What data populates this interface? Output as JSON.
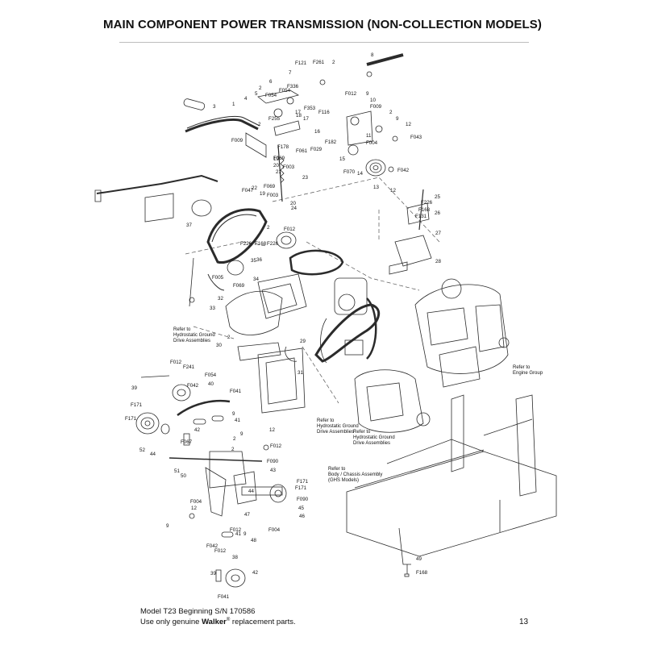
{
  "page": {
    "title": "MAIN COMPONENT POWER TRANSMISSION (NON-COLLECTION MODELS)",
    "footer": {
      "model_line": "Model T23 Beginning S/N 170586",
      "use_prefix": "Use only genuine ",
      "brand": "Walker",
      "registered": "®",
      "use_suffix": " replacement parts."
    },
    "page_number": "13"
  },
  "diagram": {
    "callouts": [
      {
        "id": "c1",
        "text": "Refer to\nHydrostatic Ground\nDrive Assemblies"
      },
      {
        "id": "c2",
        "text": "Refer to\nEngine Group"
      },
      {
        "id": "c3",
        "text": "Refer to\nHydrostatic Ground\nDrive Assemblies"
      },
      {
        "id": "c4",
        "text": "Refer to\nHydrostatic Ground\nDrive Assemblies"
      },
      {
        "id": "c5",
        "text": "Refer to\nBody / Chassis Assembly\n(GHS Models)"
      }
    ],
    "labels": [
      "F121",
      "F261",
      "2",
      "8",
      "7",
      "6",
      "F336",
      "2",
      "F054",
      "F054",
      "5",
      "4",
      "1",
      "3",
      "F353",
      "F116",
      "F012",
      "9",
      "10",
      "F009",
      "2",
      "9",
      "12",
      "18",
      "17",
      "17",
      "F255",
      "2",
      "16",
      "F182",
      "11",
      "F004",
      "F043",
      "F009",
      "F178",
      "F061",
      "F029",
      "15",
      "F070",
      "14",
      "F042",
      "13",
      "12",
      "19",
      "20",
      "F069",
      "F003",
      "21",
      "23",
      "F047",
      "22",
      "19",
      "F069",
      "F003",
      "20",
      "24",
      "25",
      "F226",
      "F168",
      "F131",
      "26",
      "27",
      "28",
      "37",
      "2",
      "F012",
      "F226",
      "F168",
      "F226",
      "35",
      "36",
      "F005",
      "F069",
      "34",
      "32",
      "33",
      "30",
      "2",
      "29",
      "31",
      "F012",
      "F241",
      "F054",
      "39",
      "F042",
      "40",
      "F041",
      "9",
      "41",
      "F171",
      "F171",
      "42",
      "52",
      "44",
      "2",
      "9",
      "12",
      "F067",
      "2",
      "F012",
      "F090",
      "43",
      "51",
      "50",
      "44",
      "F171",
      "F171",
      "F090",
      "45",
      "46",
      "47",
      "F004",
      "F004",
      "12",
      "9",
      "F012",
      "41",
      "9",
      "48",
      "F042",
      "F012",
      "38",
      "39",
      "42",
      "F041",
      "49",
      "F168",
      "F226"
    ]
  }
}
